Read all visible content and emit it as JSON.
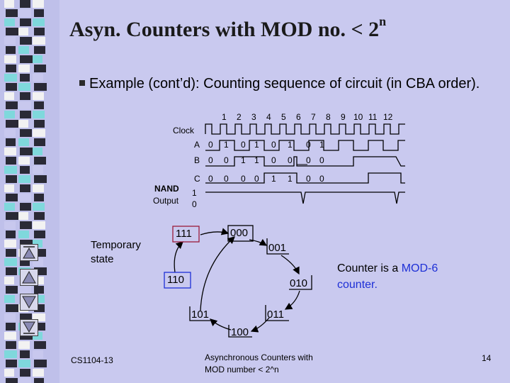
{
  "slide": {
    "title": "Asyn. Counters with MOD no. < 2",
    "title_superscript": "n",
    "bullet": "Example (cont’d): Counting sequence of circuit (in CBA order).",
    "footer_left": "CS1104-13",
    "footer_center_line1": "Asynchronous Counters with",
    "footer_center_line2": "MOD number < 2^n",
    "page_number": "14"
  },
  "timing": {
    "clock_label": "Clock",
    "clock_numbers": [
      "1",
      "2",
      "3",
      "4",
      "5",
      "6",
      "7",
      "8",
      "9",
      "10",
      "11",
      "12"
    ],
    "rows": [
      {
        "label": "A",
        "values": [
          "0",
          "1",
          "0",
          "1",
          "0",
          "1",
          "0",
          "1"
        ]
      },
      {
        "label": "B",
        "values": [
          "0",
          "0",
          "1",
          "1",
          "0",
          "0",
          "0",
          "0"
        ]
      },
      {
        "label": "C",
        "values": [
          "0",
          "0",
          "0",
          "0",
          "1",
          "1",
          "0",
          "0"
        ]
      }
    ],
    "nand_label": "NAND",
    "output_label": "Output",
    "nand_high": "1",
    "nand_low": "0"
  },
  "state_diagram": {
    "label_line1": "Temporary",
    "label_line2": "state",
    "states": [
      "111",
      "000",
      "001",
      "010",
      "011",
      "100",
      "101",
      "110"
    ]
  },
  "note": {
    "prefix": "Counter is a ",
    "highlight": "MOD-6",
    "line2": "counter."
  },
  "colors": {
    "background": "#c9c9ef",
    "accent": "#1d2fd6",
    "temp_state": "#9b1c3a"
  },
  "nav_icons": [
    "first-slide-icon",
    "previous-slide-icon",
    "next-slide-icon",
    "last-slide-icon"
  ]
}
